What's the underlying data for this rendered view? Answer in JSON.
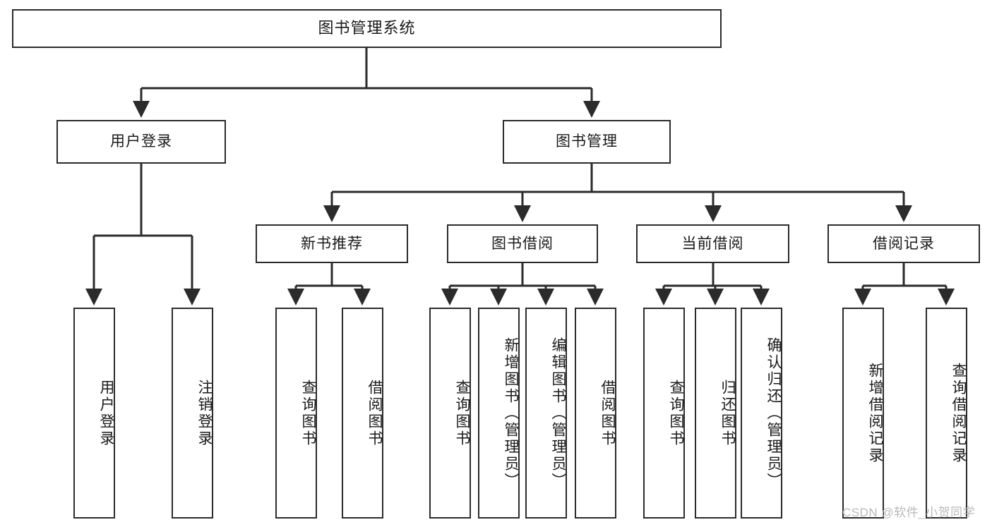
{
  "diagram": {
    "title": "图书管理系统",
    "type": "tree",
    "orientation": "top-down",
    "colors": {
      "box_border": "#2b2b2b",
      "box_fill": "#ffffff",
      "connector": "#2b2b2b",
      "text": "#1a1a1a",
      "watermark": "#b9b9b9",
      "background": "#ffffff"
    }
  },
  "watermark": {
    "text": "CSDN @软件_小贺同学"
  },
  "nodes": {
    "root": {
      "label": "图书管理系统"
    },
    "level2": [
      {
        "label": "用户登录"
      },
      {
        "label": "图书管理"
      }
    ],
    "level3": [
      {
        "label": "新书推荐"
      },
      {
        "label": "图书借阅"
      },
      {
        "label": "当前借阅"
      },
      {
        "label": "借阅记录"
      }
    ],
    "leaves": {
      "user_login": [
        {
          "label": "用户登录"
        },
        {
          "label": "注销登录"
        }
      ],
      "new_book_recommend": [
        {
          "label": "查询图书"
        },
        {
          "label": "借阅图书"
        }
      ],
      "book_borrow": [
        {
          "label": "查询图书"
        },
        {
          "label": "新增图书（管理员）"
        },
        {
          "label": "编辑图书（管理员）"
        },
        {
          "label": "借阅图书"
        }
      ],
      "current_borrow": [
        {
          "label": "查询图书"
        },
        {
          "label": "归还图书"
        },
        {
          "label": "确认归还（管理员）"
        }
      ],
      "borrow_record": [
        {
          "label": "新增借阅记录"
        },
        {
          "label": "查询借阅记录"
        }
      ]
    }
  }
}
